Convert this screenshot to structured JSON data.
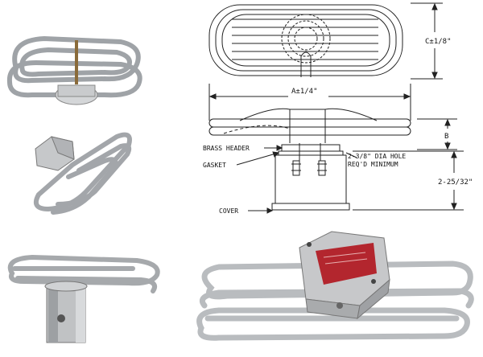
{
  "drawing": {
    "dim_c": "C±1/8\"",
    "dim_a": "A±1/4\"",
    "dim_b": "B",
    "dim_height": "2-25/32\"",
    "label_brass_header": "BRASS HEADER",
    "label_gasket": "GASKET",
    "label_hole_line1": "2-3/8\" DIA HOLE",
    "label_hole_line2": "REQ'D MINIMUM",
    "label_cover": "COVER"
  },
  "colors": {
    "element_metal": "#b9bcbf",
    "housing_metal": "#c7c8ca",
    "nameplate_red": "#b3262e",
    "line_ink": "#222222"
  }
}
